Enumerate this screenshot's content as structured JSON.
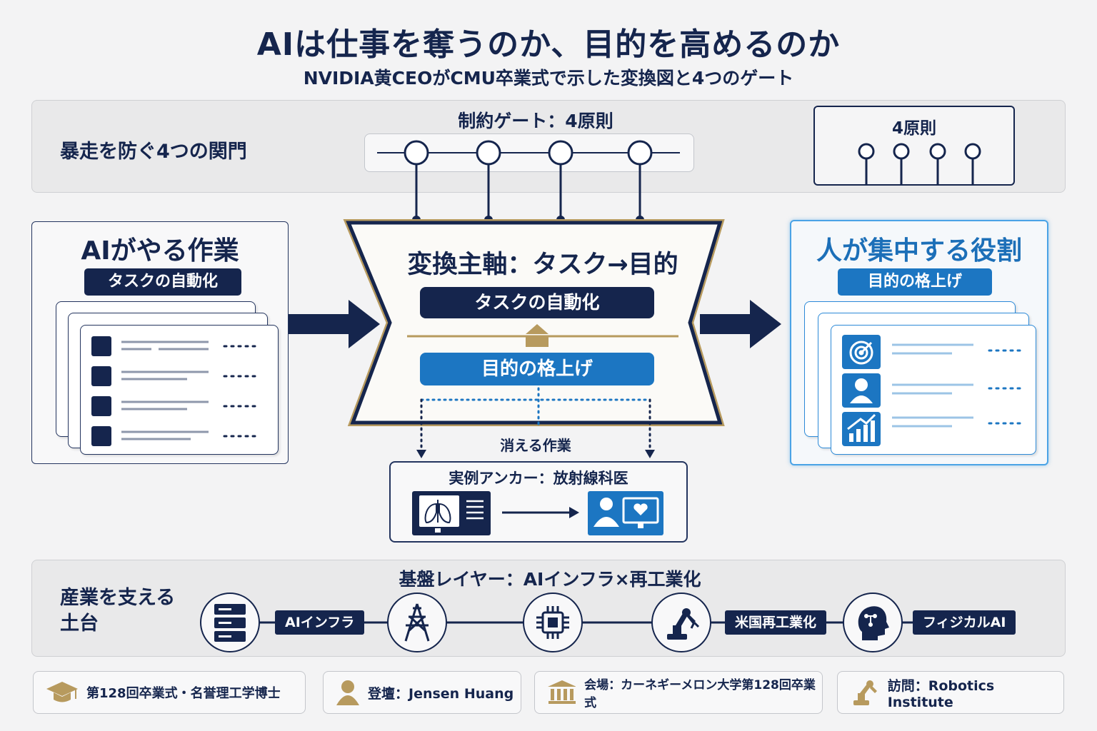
{
  "header": {
    "title": "AIは仕事を奪うのか、目的を高めるのか",
    "subtitle": "NVIDIA黄CEOがCMU卒業式で示した変換図と4つのゲート"
  },
  "gate_band": {
    "left_label": "暴走を防ぐ4つの関門",
    "gate_title": "制約ゲート：4原則",
    "legend_title": "4原則"
  },
  "left_panel": {
    "title": "AIがやる作業",
    "tag": "タスクの自動化"
  },
  "center": {
    "title": "変換主軸：タスク→目的",
    "top_label": "タスクの自動化",
    "bottom_label": "目的の格上げ",
    "vanishing_label": "消える作業",
    "example_title": "実例アンカー：放射線科医"
  },
  "right_panel": {
    "title": "人が集中する役割",
    "tag": "目的の格上げ"
  },
  "base_band": {
    "left_label_line1": "産業を支える",
    "left_label_line2": "土台",
    "title": "基盤レイヤー：AIインフラ×再工業化",
    "chips": [
      "AIインフラ",
      "米国再工業化",
      "フィジカルAI"
    ],
    "icons": [
      "server-icon",
      "power-tower-icon",
      "chip-icon",
      "robot-arm-icon",
      "ai-head-icon"
    ]
  },
  "footer": {
    "items": [
      {
        "icon": "graduation-cap-icon",
        "text": "第128回卒業式・名誉理工学博士"
      },
      {
        "icon": "person-icon",
        "text": "登壇：Jensen Huang"
      },
      {
        "icon": "building-icon",
        "text": "会場：カーネギーメロン大学第128回卒業式"
      },
      {
        "icon": "robot-arm-icon",
        "text": "訪問：Robotics Institute"
      }
    ]
  },
  "colors": {
    "navy": "#15254d",
    "blue": "#1c76c2",
    "gold": "#b79a5e",
    "background": "#f3f3f4"
  }
}
